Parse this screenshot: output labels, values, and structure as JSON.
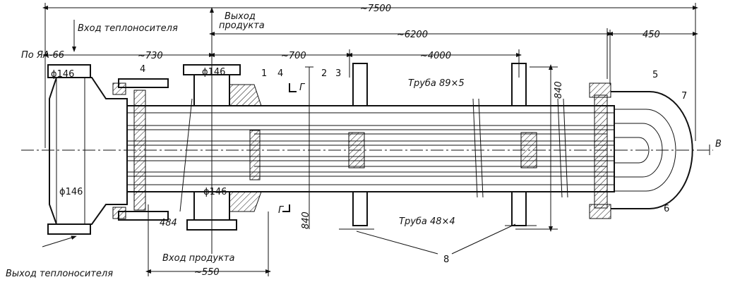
{
  "dimensions": {
    "overall": "~7500",
    "tube_length": "~6200",
    "right_end": "450",
    "left_head": "~730",
    "nozzle_spacing": "~700",
    "baffle_span": "~4000",
    "bottom_nozzles": "~550",
    "height_top": "840",
    "height_bottom": "840",
    "offset_484": "484"
  },
  "labels": {
    "heat_carrier_in": "Вход теплоносителя",
    "product_out_line1": "Выход",
    "product_out_line2": "продукта",
    "flange_std": "По ЯА-66",
    "pipe_89": "Труба 89×5",
    "pipe_48": "Труба 48×4",
    "product_in": "Вход продукта",
    "heat_carrier_out": "Выход теплоносителя",
    "section_g_top": "Г",
    "section_g_bottom": "Г",
    "view_b": "В"
  },
  "diameters": {
    "d1": "ϕ146",
    "d2": "ϕ146",
    "d3": "ϕ146",
    "d4": "ϕ146"
  },
  "callouts": {
    "c1": "1",
    "c2": "2",
    "c3": "3",
    "c4a": "4",
    "c4b": "4",
    "c5": "5",
    "c6": "6",
    "c7": "7",
    "c8": "8"
  }
}
